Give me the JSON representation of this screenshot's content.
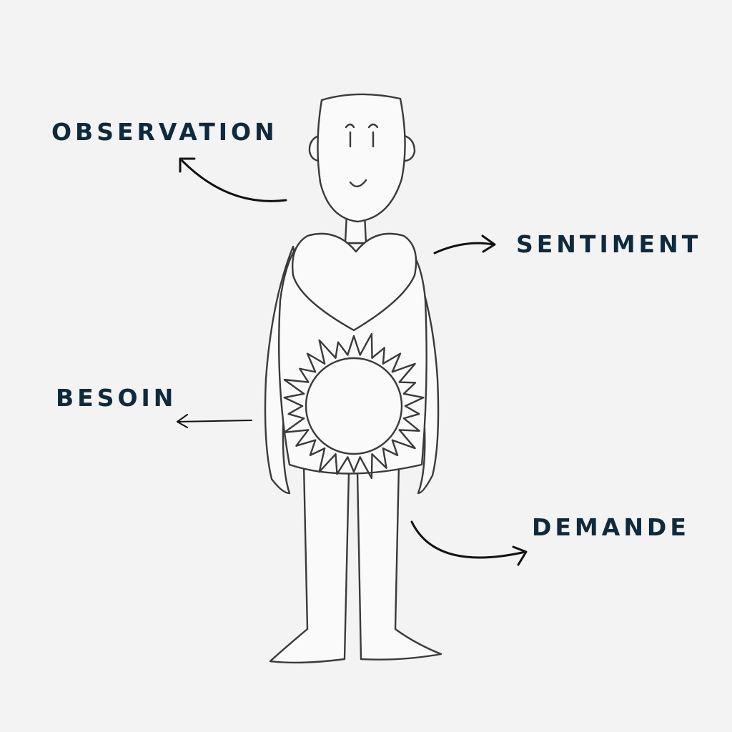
{
  "labels": {
    "observation": "OBSERVATION",
    "sentiment": "SENTIMENT",
    "besoin": "BESOIN",
    "demande": "DEMANDE"
  },
  "colors": {
    "background": "#f3f3f3",
    "text": "#0e2a3c",
    "line": "#3a3a3a"
  }
}
